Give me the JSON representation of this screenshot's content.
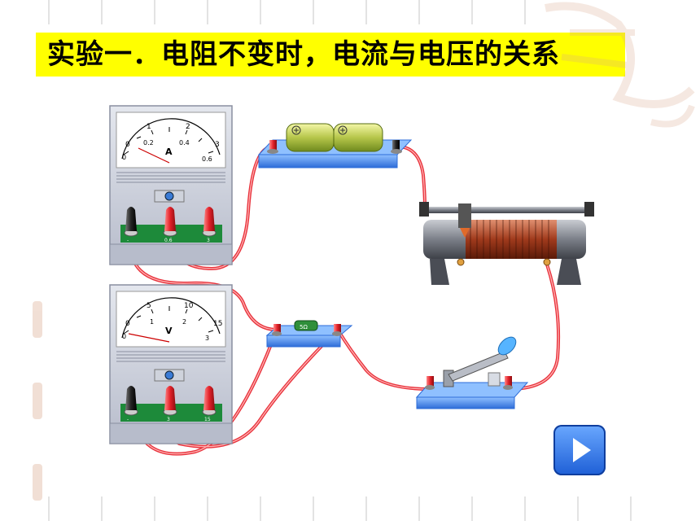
{
  "title": "实验一．电阻不变时，电流与电压的关系",
  "colors": {
    "title_bg": "#ffff00",
    "base_blue": "#3f7fe0",
    "wire_red": "#e8323c",
    "terminal_green": "#1d8a3a",
    "play_blue": "#2a6ee8"
  },
  "ammeter": {
    "unit": "A",
    "scale_top": [
      "0",
      "1",
      "2",
      "3"
    ],
    "scale_bottom": [
      "0",
      "0.2",
      "0.4",
      "0.6"
    ],
    "terminals": [
      "-",
      "0.6",
      "3"
    ]
  },
  "voltmeter": {
    "unit": "V",
    "scale_top": [
      "0",
      "5",
      "10",
      "15"
    ],
    "scale_bottom": [
      "0",
      "1",
      "2",
      "3"
    ],
    "terminals": [
      "-",
      "3",
      "15"
    ]
  },
  "resistor": {
    "label": "5Ω"
  },
  "icons": {
    "play": "play-icon",
    "battery_plus": "plus-icon"
  }
}
